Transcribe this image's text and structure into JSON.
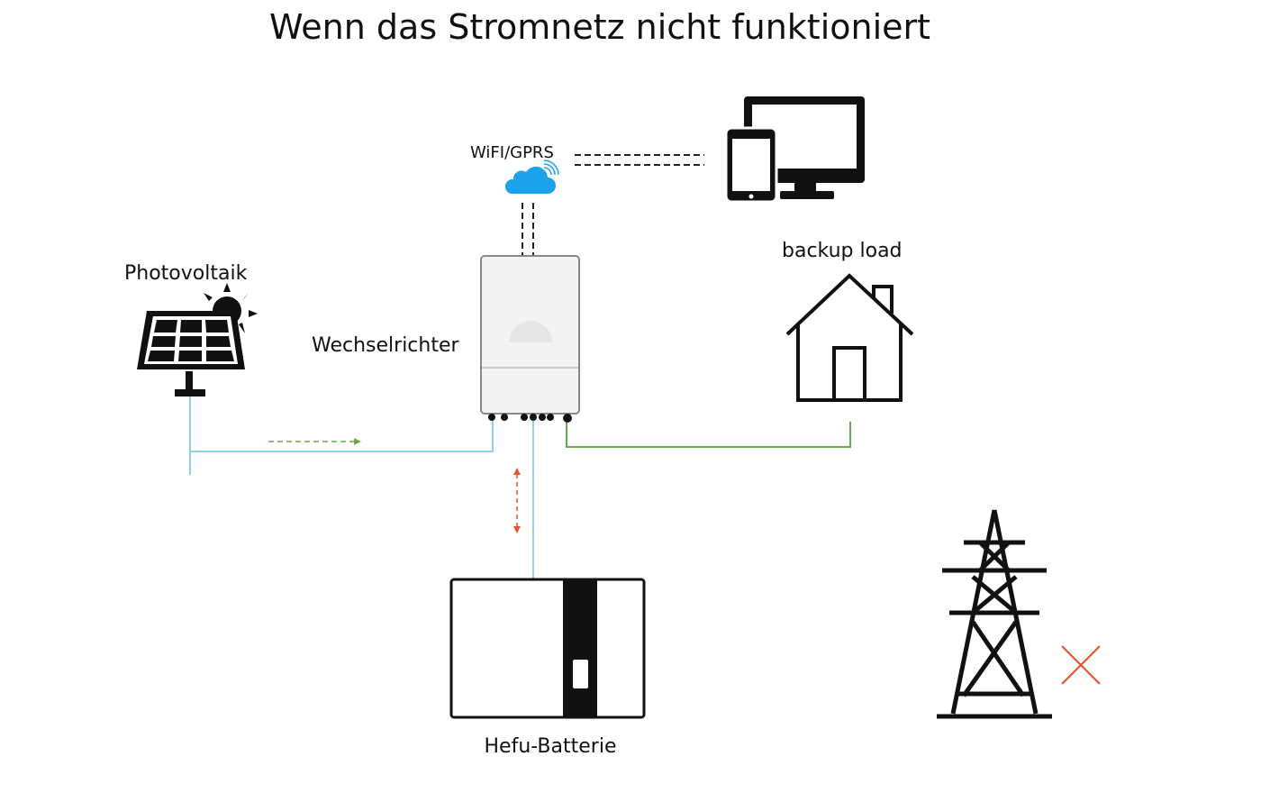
{
  "title": "Wenn das Stromnetz nicht funktioniert",
  "labels": {
    "wifi": "WiFI/GPRS",
    "pv": "Photovoltaik",
    "inverter": "Wechselrichter",
    "load": "backup load",
    "battery": "Hefu-Batterie"
  },
  "colors": {
    "pv_line": "#8fd0f0",
    "load_line": "#6aa84f",
    "battery_arrow": "#e8502e",
    "cloud": "#1aa3ec",
    "grid_fault": "#e8502e"
  },
  "icons": [
    "solar-panel-icon",
    "sun-icon",
    "cloud-wifi-icon",
    "tablet-icon",
    "monitor-icon",
    "inverter-icon",
    "house-icon",
    "battery-icon",
    "power-tower-icon",
    "cross-icon"
  ]
}
